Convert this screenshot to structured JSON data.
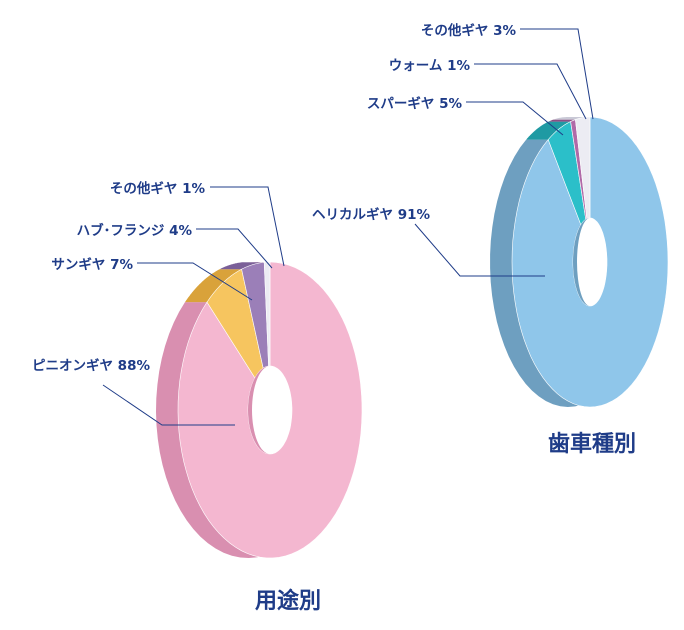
{
  "chart_data": [
    {
      "type": "pie",
      "title": "用途別",
      "slices": [
        {
          "label": "ピニオンギヤ",
          "value": 88,
          "value_label": "88%",
          "color": "#f4b7d0",
          "side_color": "#d98fb0"
        },
        {
          "label": "サンギヤ",
          "value": 7,
          "value_label": "7%",
          "color": "#f6c55f",
          "side_color": "#d9a23a"
        },
        {
          "label": "ハブ･フランジ",
          "value": 4,
          "value_label": "4%",
          "color": "#9b7fb8",
          "side_color": "#7a5f98"
        },
        {
          "label": "その他ギヤ",
          "value": 1,
          "value_label": "1%",
          "color": "#ececf3",
          "side_color": "#c9c9d6"
        }
      ]
    },
    {
      "type": "pie",
      "title": "歯車種別",
      "slices": [
        {
          "label": "ヘリカルギヤ",
          "value": 91,
          "value_label": "91%",
          "color": "#8fc6ea",
          "side_color": "#6e9fc0"
        },
        {
          "label": "スパーギヤ",
          "value": 5,
          "value_label": "5%",
          "color": "#2bbfc9",
          "side_color": "#1f9aa3"
        },
        {
          "label": "ウォーム",
          "value": 1,
          "value_label": "1%",
          "color": "#b06aa8",
          "side_color": "#8a4f84"
        },
        {
          "label": "その他ギヤ",
          "value": 3,
          "value_label": "3%",
          "color": "#ececf3",
          "side_color": "#c9c9d6"
        }
      ]
    }
  ],
  "colors": {
    "label_text": "#1f3c88",
    "leader_line": "#1f3c88"
  }
}
